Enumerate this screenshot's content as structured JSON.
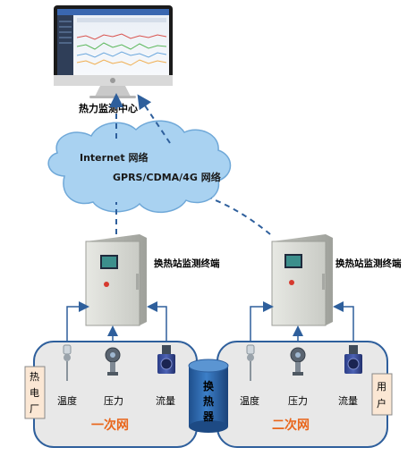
{
  "center": {
    "label": "热力监测中心"
  },
  "cloud": {
    "line1": "Internet 网络",
    "line2": "GPRS/CDMA/4G 网络"
  },
  "terminals": [
    {
      "label": "换热站监测终端"
    },
    {
      "label": "换热站监测终端"
    }
  ],
  "primary_network": {
    "label": "一次网",
    "source": [
      "热",
      "电",
      "厂"
    ],
    "sensors": [
      {
        "label": "温度"
      },
      {
        "label": "压力"
      },
      {
        "label": "流量"
      }
    ]
  },
  "heat_exchanger": {
    "chars": [
      "换",
      "热",
      "器"
    ]
  },
  "secondary_network": {
    "label": "二次网",
    "sink": [
      "用",
      "户"
    ],
    "sensors": [
      {
        "label": "温度"
      },
      {
        "label": "压力"
      },
      {
        "label": "流量"
      }
    ]
  },
  "colors": {
    "link_dash": "#2e5f9c",
    "network_label": "#e9661b",
    "panel_fill": "#e8e8e8",
    "cloud_fill": "#a9d2f1",
    "exchanger_fill": "#2f6db4"
  }
}
